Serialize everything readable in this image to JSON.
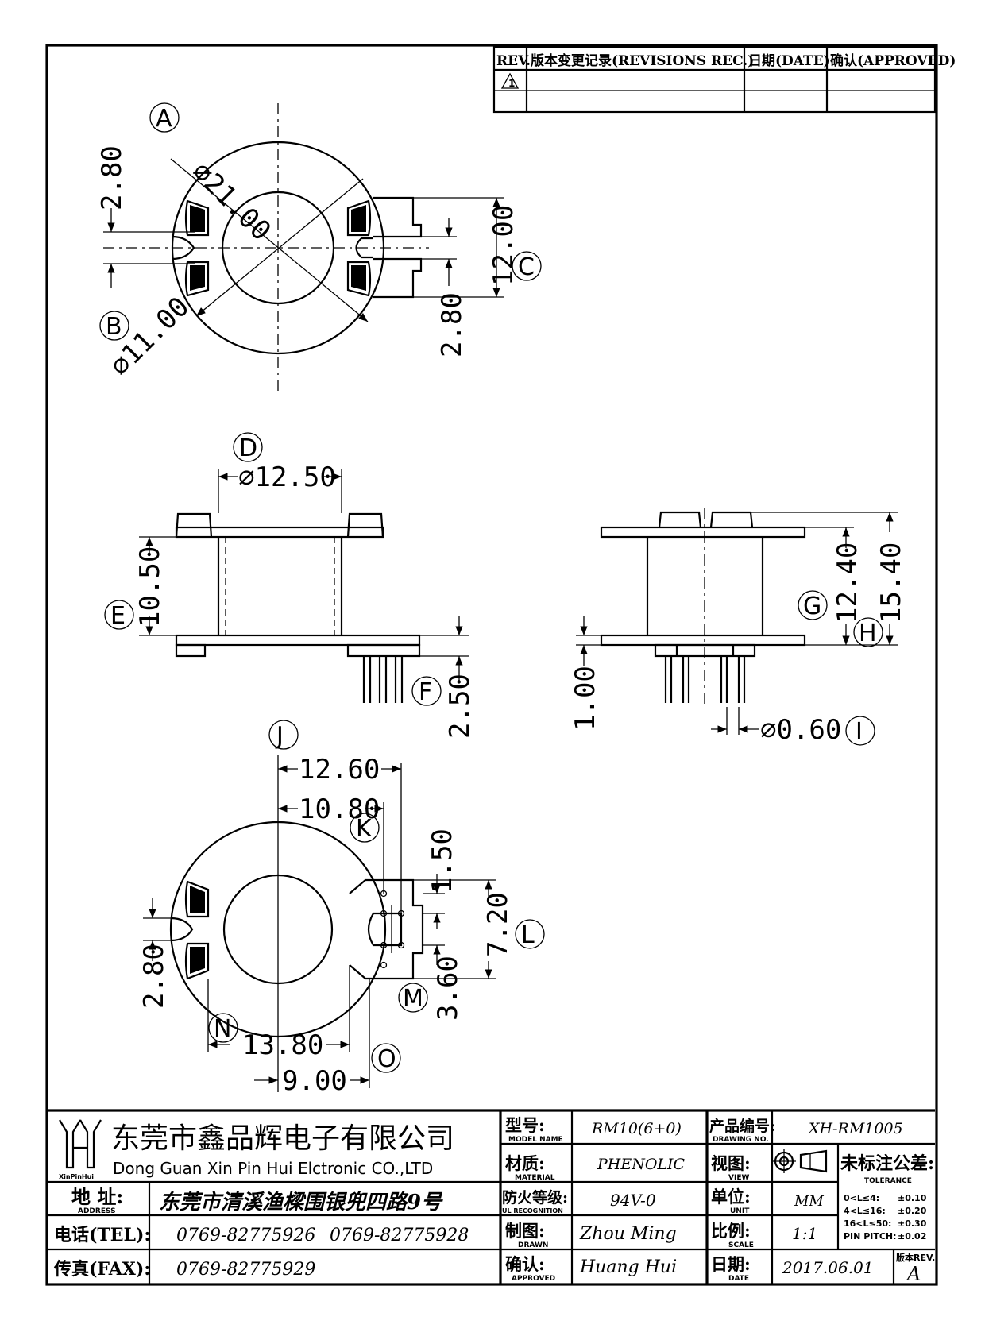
{
  "revision_table": {
    "rev_header": "REV.",
    "record_header": "版本变更记录(REVISIONS REC.)",
    "date_header": "日期(DATE)",
    "approved_header": "确认(APPROVED)",
    "rev_mark": "1"
  },
  "dimensions": {
    "top_view": {
      "outer_dia": "⌀21.00",
      "inner_dia": "⌀11.00",
      "slot_left": "2.80",
      "width": "12.00",
      "slot_right": "2.80"
    },
    "side_view_left": {
      "tube_dia": "⌀12.50",
      "height": "10.50",
      "pin_length": "2.50"
    },
    "side_view_right": {
      "inner_height": "12.40",
      "total_height": "15.40",
      "flange": "1.00",
      "pin_dia": "⌀0.60"
    },
    "bottom_view": {
      "pin_outer": "12.60",
      "pin_inner": "10.80",
      "pin_pitch_small": "1.50",
      "pin_span": "7.20",
      "slot": "2.80",
      "pin_spacing": "3.60",
      "width_a": "13.80",
      "width_b": "9.00"
    }
  },
  "callouts": [
    "A",
    "B",
    "C",
    "D",
    "E",
    "F",
    "G",
    "H",
    "I",
    "J",
    "K",
    "L",
    "M",
    "N",
    "O"
  ],
  "title_block": {
    "company_cn": "东莞市鑫品辉电子有限公司",
    "company_en": "Dong Guan Xin Pin Hui Elctronic CO.,LTD",
    "logo_text": "XinPinHui",
    "address_label": "地 址:",
    "address_label_en": "ADDRESS",
    "address": "东莞市清溪渔樑围银兜四路9号",
    "tel_label": "电话(TEL):",
    "tel_1": "0769-82775926",
    "tel_2": "0769-82775928",
    "fax_label": "传真(FAX):",
    "fax": "0769-82775929",
    "model_label": "型号:",
    "model_label_en": "MODEL NAME",
    "model": "RM10(6+0)",
    "material_label": "材质:",
    "material_label_en": "MATERIAL",
    "material": "PHENOLIC",
    "fire_label": "防火等级:",
    "fire_label_en": "UL RECOGNITION",
    "fire": "94V-0",
    "drawn_label": "制图:",
    "drawn_label_en": "DRAWN",
    "drawn": "Zhou Ming",
    "approved_label": "确认:",
    "approved_label_en": "APPROVED",
    "approved": "Huang Hui",
    "drawing_no_label": "产品编号:",
    "drawing_no_label_en": "DRAWING NO.",
    "drawing_no": "XH-RM1005",
    "view_label": "视图:",
    "view_label_en": "VIEW",
    "unit_label": "单位:",
    "unit_label_en": "UNIT",
    "unit": "MM",
    "scale_label": "比例:",
    "scale_label_en": "SCALE",
    "scale": "1:1",
    "date_label": "日期:",
    "date_label_en": "DATE",
    "date": "2017.06.01",
    "tolerance_label": "未标注公差:",
    "tolerance_label_en": "TOLERANCE",
    "tolerance_rows": [
      {
        "range": "0<L≤4:",
        "value": "±0.10"
      },
      {
        "range": "4<L≤16:",
        "value": "±0.20"
      },
      {
        "range": "16<L≤50:",
        "value": "±0.30"
      },
      {
        "range": "PIN PITCH:",
        "value": "±0.02"
      }
    ],
    "rev_label": "版本REV.",
    "rev": "A"
  }
}
